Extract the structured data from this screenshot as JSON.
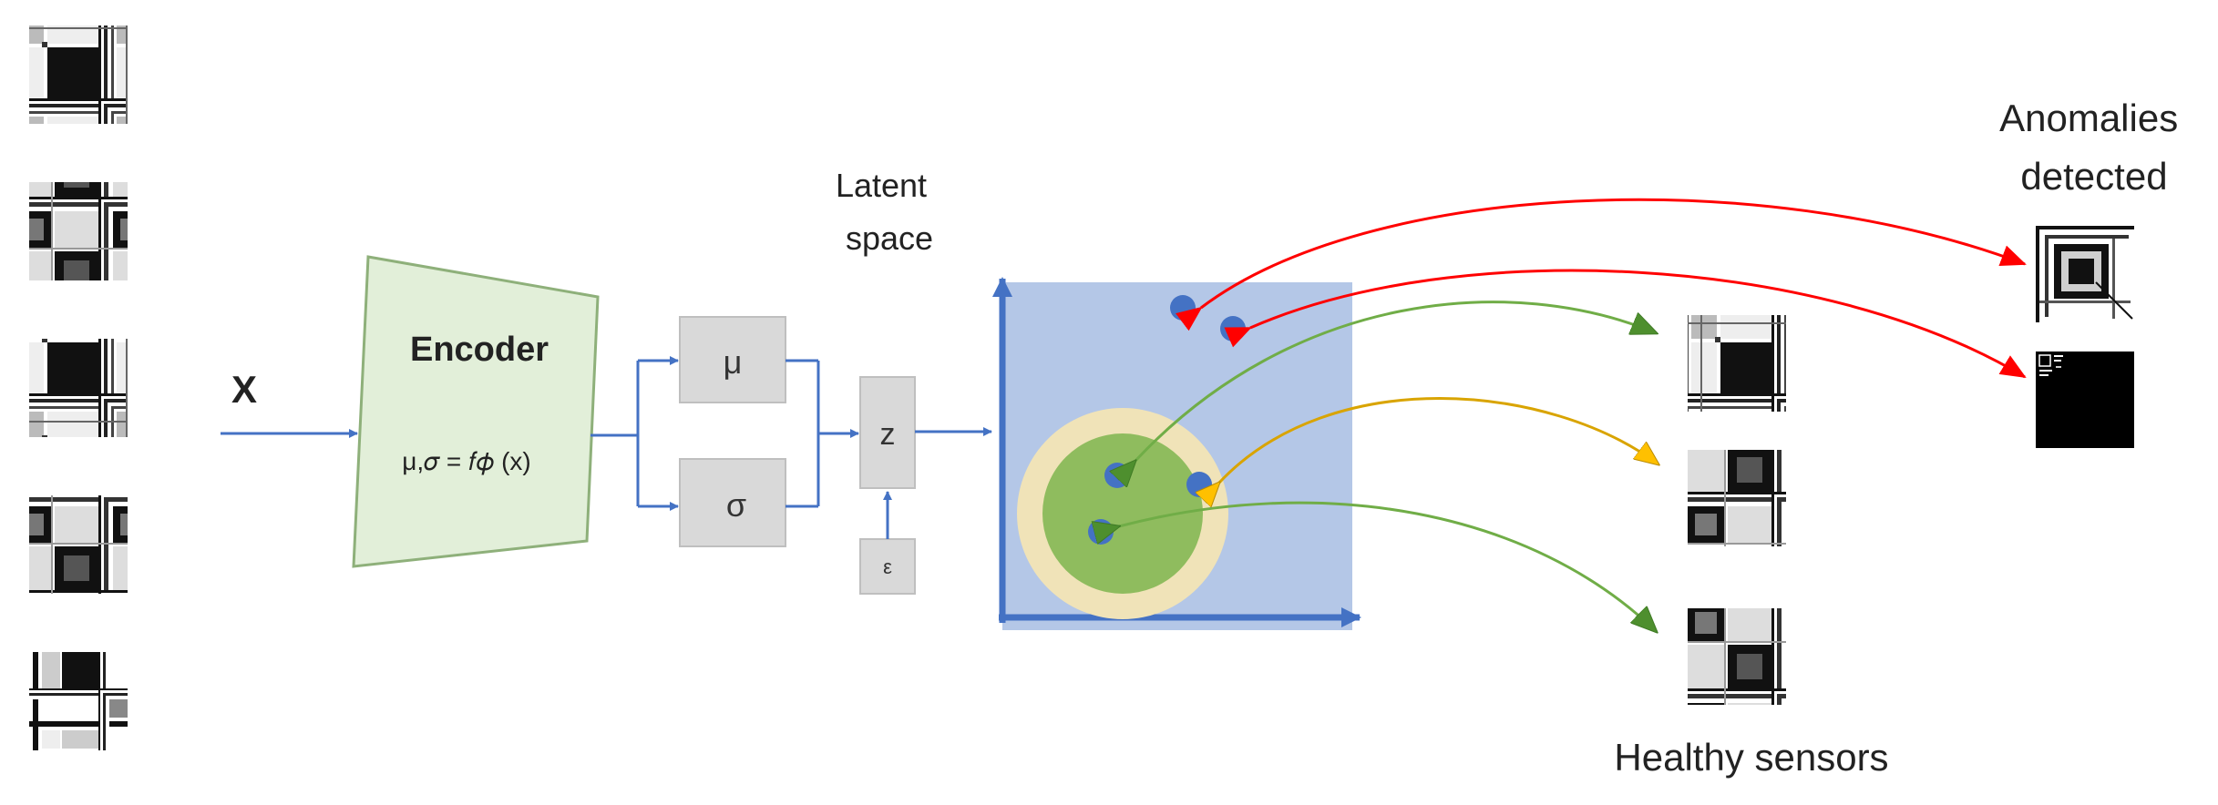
{
  "input_label": "X",
  "encoder": {
    "title": "Encoder",
    "formula": "μ,𝜎 = 𝑓𝜙 (x)"
  },
  "mu_label": "μ",
  "sigma_label": "σ",
  "z_label": "z",
  "epsilon_label": "ε",
  "latent_space_label": [
    "Latent",
    "space"
  ],
  "anomalies_label": [
    "Anomalies",
    "detected"
  ],
  "healthy_label": "Healthy sensors",
  "colors": {
    "encoder_fill": "#e2efd9",
    "encoder_stroke": "#8eb07a",
    "box_fill": "#d9d9d9",
    "box_stroke": "#bfbfbf",
    "flow_blue": "#4472c4",
    "latent_bg": "#b4c7e7",
    "outer_circle": "#f0e3b8",
    "inner_circle": "#8fbc5e",
    "point_blue": "#4472c4",
    "anomaly_arrow": "#ff0000",
    "healthy_arrow": "#70ad47",
    "borderline_arrow": "#e6a800"
  }
}
